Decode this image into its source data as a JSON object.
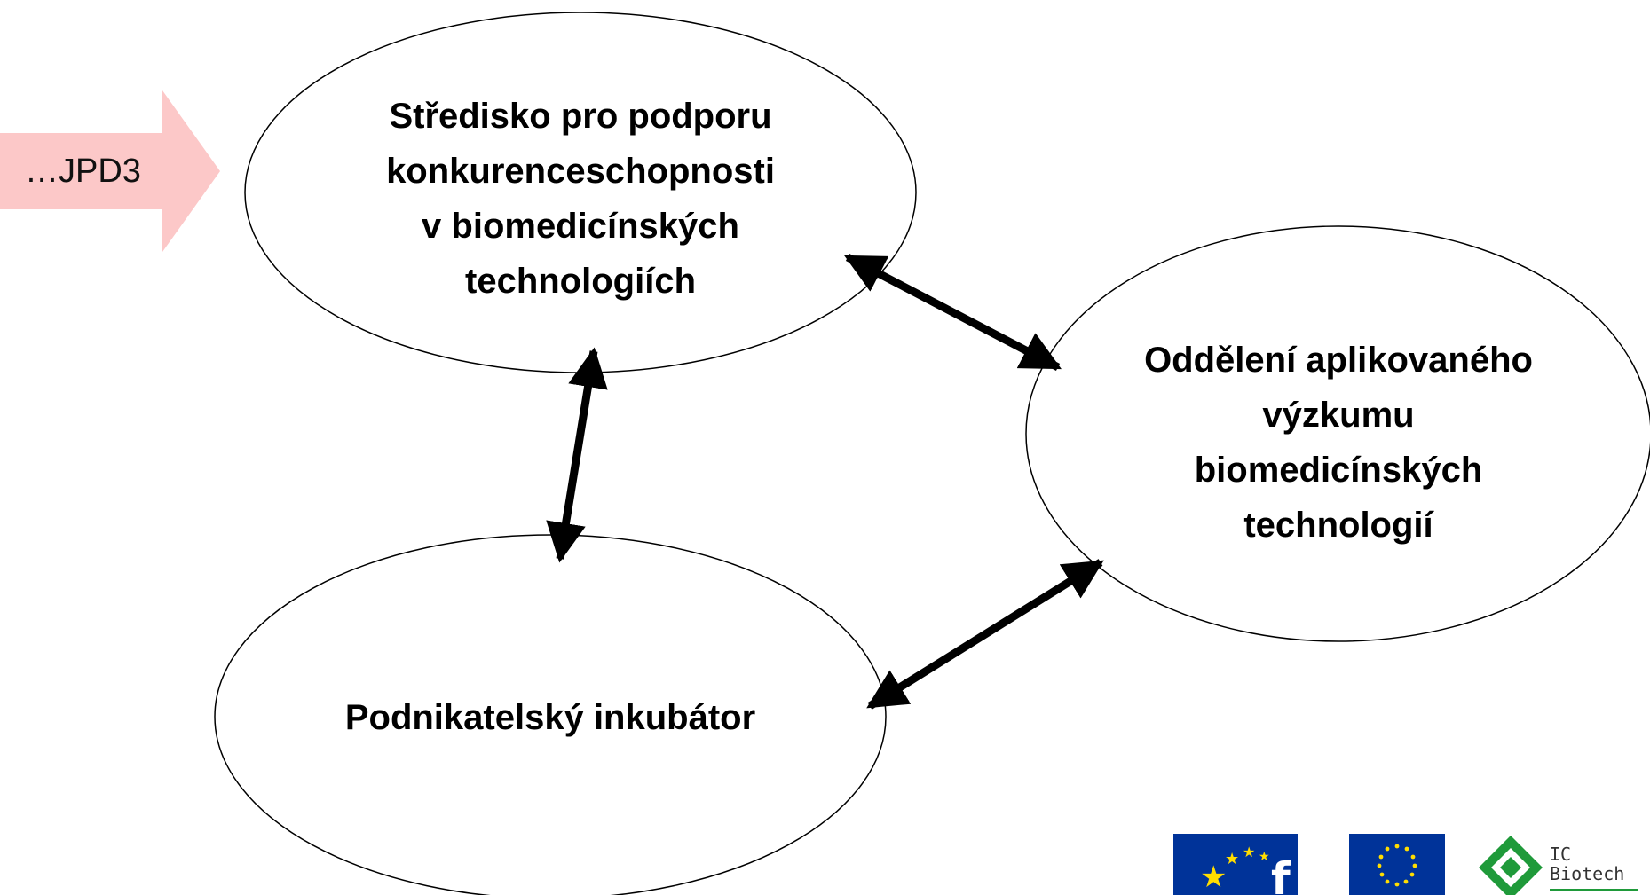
{
  "input_arrow": {
    "label": "…JPD3",
    "color": "#fcc8c8"
  },
  "nodes": [
    {
      "id": "stredisko",
      "label": "Středisko pro podporu\nkonkurenceschopnosti\nv biomedicínských\ntechnologiích"
    },
    {
      "id": "oddeleni",
      "label": "Oddělení aplikovaného\nvýzkumu\nbiomedicínských\ntechnologií"
    },
    {
      "id": "inkubator",
      "label": "Podnikatelský inkubátor"
    }
  ],
  "edges": [
    {
      "from": "stredisko",
      "to": "oddeleni",
      "type": "bidirectional"
    },
    {
      "from": "stredisko",
      "to": "inkubator",
      "type": "bidirectional"
    },
    {
      "from": "inkubator",
      "to": "oddeleni",
      "type": "bidirectional"
    }
  ],
  "logos": {
    "eu_flag_color": "#003399",
    "star_color": "#ffdd00",
    "ic_biotech_text": "IC\nBiotech",
    "ic_biotech_color": "#1f9a3a"
  }
}
